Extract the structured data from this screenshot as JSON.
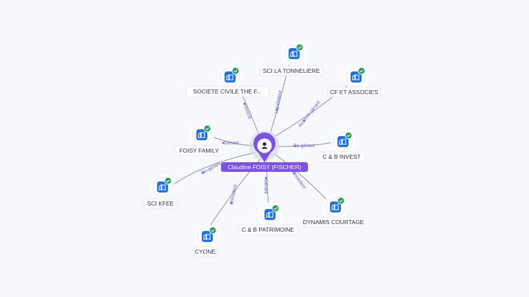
{
  "center": {
    "name": "Claudine FOISY (FISCHER)",
    "icon": "person-icon",
    "pin_color": "#7b52e6"
  },
  "companies": [
    {
      "id": "sci-la-tonneliere",
      "name": "SCI LA TONNELIERE",
      "relation": "Liquidateur",
      "icon": "company-building-icon",
      "verified": true
    },
    {
      "id": "societe-civile-the-f",
      "name": "SOCIETE CIVILE THE F...",
      "relation": "Associé",
      "icon": "company-building-icon",
      "verified": true
    },
    {
      "id": "cf-et-associes",
      "name": "CF ET ASSOCIES",
      "relation": "Associé-gérant",
      "icon": "company-building-icon",
      "verified": true
    },
    {
      "id": "foisy-family",
      "name": "FOISY FAMILY",
      "relation": "Gérant",
      "icon": "company-building-icon",
      "verified": true
    },
    {
      "id": "c-b-invest",
      "name": "C & B INVEST",
      "relation": "Co-gérant",
      "icon": "company-building-icon",
      "verified": true
    },
    {
      "id": "sci-kfee",
      "name": "SCI KFEE",
      "relation": "Co-gérant",
      "icon": "company-building-icon",
      "verified": true
    },
    {
      "id": "dynamis-courtage",
      "name": "DYNAMIS COURTAGE",
      "relation": "Président",
      "icon": "company-building-icon",
      "verified": true
    },
    {
      "id": "c-b-patrimoine",
      "name": "C & B PATRIMOINE",
      "relation": "Gérant",
      "icon": "company-building-icon",
      "verified": true
    },
    {
      "id": "cyone",
      "name": "CYONE",
      "relation": "Président",
      "icon": "company-building-icon",
      "verified": true
    }
  ],
  "colors": {
    "company_icon": "#1f6feb",
    "verified_badge": "#1f9d55",
    "relation_label": "#6a5fd8",
    "edge": "#8a8fa8"
  }
}
